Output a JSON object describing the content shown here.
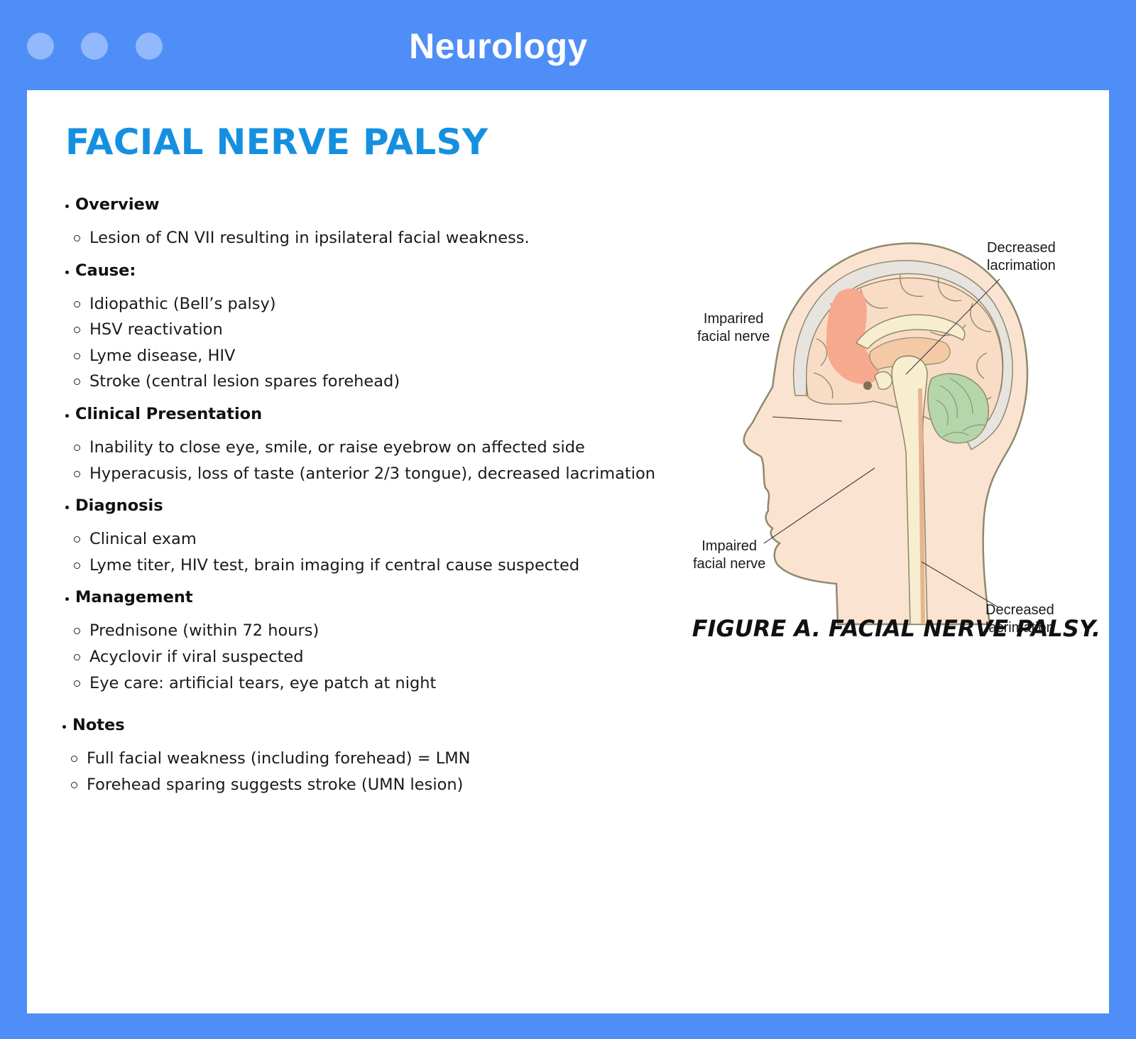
{
  "window": {
    "title": "Neurology"
  },
  "page": {
    "heading": "FACIAL NERVE PALSY"
  },
  "sections": {
    "overview": {
      "title": "Overview",
      "items": [
        "Lesion of CN VII resulting in ipsilateral facial weakness."
      ]
    },
    "cause": {
      "title": "Cause:",
      "items": [
        "Idiopathic (Bell’s palsy)",
        "HSV reactivation",
        "Lyme disease, HIV",
        "Stroke (central lesion spares forehead)"
      ]
    },
    "clinical": {
      "title": "Clinical Presentation",
      "items": [
        "Inability to close eye, smile, or raise eyebrow on affected side",
        "Hyperacusis, loss of taste (anterior 2/3 tongue), decreased lacrimation"
      ]
    },
    "diagnosis": {
      "title": "Diagnosis",
      "items": [
        "Clinical exam",
        "Lyme titer, HIV test, brain imaging if central cause suspected"
      ]
    },
    "management": {
      "title": "Management",
      "items": [
        "Prednisone (within 72 hours)",
        "Acyclovir if viral suspected",
        "Eye care: artificial tears, eye patch at night"
      ]
    },
    "notes": {
      "title": "Notes",
      "items": [
        "Full facial weakness (including forehead) = LMN",
        "Forehead sparing suggests stroke (UMN lesion)"
      ]
    }
  },
  "figure": {
    "labels": {
      "top_right": "Decreased\nlacrimation",
      "upper_left": "Imparired\nfacial nerve",
      "lower_left": "Impaired\nfacial nerve",
      "bottom_right": "Decreased\nlacrimation"
    },
    "caption": "FIGURE A. FACIAL NERVE PALSY.",
    "colors": {
      "skin": "#fbe3d2",
      "outline": "#8f8a6c",
      "skull": "#e7e3df",
      "brain": "#f9dcc6",
      "lesion": "#f6a98d",
      "brainstem": "#f7eed0",
      "cerebellum": "#b5d5ab"
    }
  }
}
